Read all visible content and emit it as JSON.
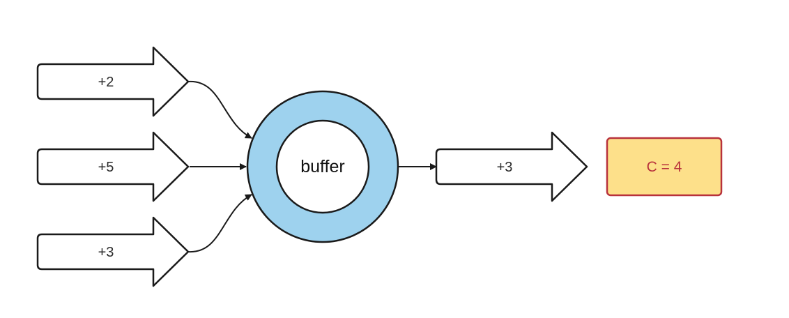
{
  "inputs": [
    {
      "label": "+2"
    },
    {
      "label": "+5"
    },
    {
      "label": "+3"
    }
  ],
  "buffer": {
    "label": "buffer",
    "ring_color": "#9ed2ee",
    "stroke_color": "#1a1a1a"
  },
  "output": {
    "label": "+3"
  },
  "counter_box": {
    "label": "C = 4",
    "fill_color": "#fde08a",
    "border_color": "#b8323c",
    "text_color": "#b8323c"
  }
}
